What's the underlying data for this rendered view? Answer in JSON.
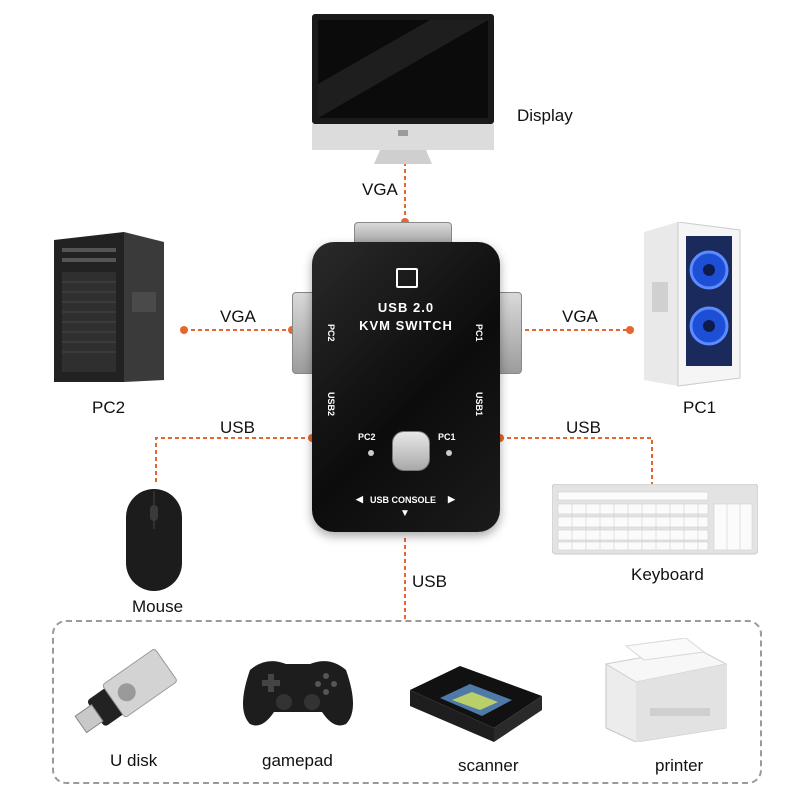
{
  "labels": {
    "display": "Display",
    "vga_top": "VGA",
    "vga_left": "VGA",
    "vga_right": "VGA",
    "pc2": "PC2",
    "pc1": "PC1",
    "usb_left": "USB",
    "usb_right": "USB",
    "usb_bottom": "USB",
    "mouse": "Mouse",
    "keyboard": "Keyboard",
    "u_disk": "U disk",
    "gamepad": "gamepad",
    "scanner": "scanner",
    "printer": "printer"
  },
  "kvm": {
    "title_line1": "USB 2.0",
    "title_line2": "KVM SWITCH",
    "side_pc2": "PC2",
    "side_pc1": "PC1",
    "side_usb2": "USB2",
    "side_usb1": "USB1",
    "led_pc2": "PC2",
    "led_pc1": "PC1",
    "console": "USB CONSOLE"
  },
  "colors": {
    "wire": "#e5672e",
    "accent_blue": "#2a6cff"
  }
}
